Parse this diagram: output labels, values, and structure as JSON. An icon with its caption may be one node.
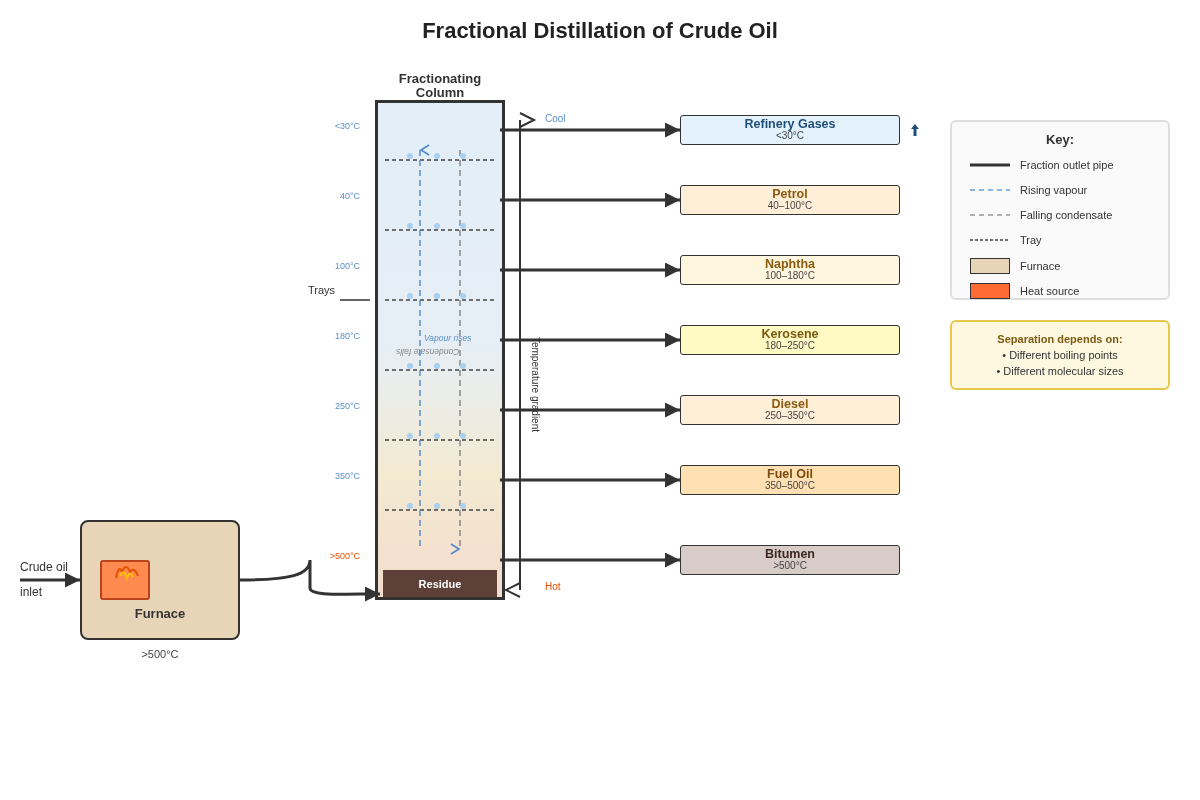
{
  "diagram": {
    "title": "Fractional Distillation of Crude Oil",
    "nodes": [
      {
        "text": [
          "Fractionating Column"
        ]
      },
      {
        "text": [
          "Residue"
        ],
        "in": 0
      },
      {
        "text": [
          "Refinery Gases",
          "<30°C"
        ]
      },
      {
        "text": [
          "Petrol",
          "40–100°C"
        ]
      },
      {
        "text": [
          "Naphtha",
          "100–180°C"
        ]
      },
      {
        "text": [
          "Kerosene",
          "180–250°C"
        ]
      },
      {
        "text": [
          "Diesel",
          "250–350°C"
        ]
      },
      {
        "text": [
          "Fuel Oil",
          "350–500°C"
        ]
      },
      {
        "text": [
          "Bitumen",
          ">500°C"
        ]
      },
      {
        "text": [
          "Furnace"
        ],
        "beside": [
          ">500°C"
        ]
      },
      {
        "text": [],
        "shape": "box",
        "in": 9
      },
      {
        "text": [
          "Trays"
        ]
      },
      {
        "text": [
          "Separation depends on:",
          "• Different boiling points",
          "• Different molecular sizes"
        ]
      }
    ],
    "edges": [
      {
        "from": null,
        "to": 9,
        "arrow": "to",
        "label": "Crude oil inlet"
      },
      {
        "from": 9,
        "to": 1,
        "arrow": "to"
      },
      {
        "from": 0,
        "to": 2,
        "arrow": "to"
      },
      {
        "from": 0,
        "to": 3,
        "arrow": "to"
      },
      {
        "from": 0,
        "to": 4,
        "arrow": "to"
      },
      {
        "from": 0,
        "to": 5,
        "arrow": "to"
      },
      {
        "from": 0,
        "to": 6,
        "arrow": "to"
      },
      {
        "from": 0,
        "to": 7,
        "arrow": "to"
      },
      {
        "from": 0,
        "to": 8,
        "arrow": "to"
      },
      {
        "from": 11,
        "to": 0,
        "arrow": "none"
      }
    ],
    "labels": [
      "<30°C",
      "40°C",
      "100°C",
      "180°C",
      "250°C",
      "350°C",
      ">500°C",
      "Cool",
      "Temperature gradient",
      "Hot",
      "Vapour rises",
      "Condensate falls",
      "Key:"
    ],
    "legend": [
      {
        "text": "Fraction outlet pipe"
      },
      {
        "text": "Rising vapour"
      },
      {
        "text": "Falling condensate"
      },
      {
        "text": "Tray"
      },
      {
        "text": "Furnace",
        "color": "#e8d5b7"
      },
      {
        "text": "Heat source",
        "color": "#ff6b35"
      }
    ]
  }
}
